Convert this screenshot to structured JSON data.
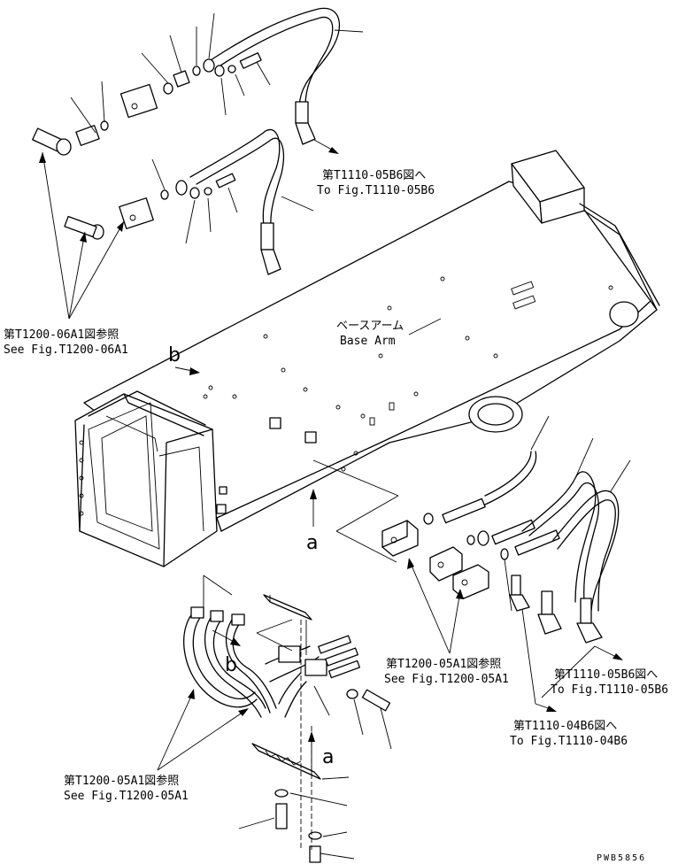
{
  "labels": {
    "to_05b6_top_jp": "第T1110-05B6図へ",
    "to_05b6_top_en": "To Fig.T1110-05B6",
    "base_arm_jp": "ベースアーム",
    "base_arm_en": "Base Arm",
    "ref_06a1_jp": "第T1200-06A1図参照",
    "ref_06a1_en": "See Fig.T1200-06A1",
    "ref_05a1_right_jp": "第T1200-05A1図参照",
    "ref_05a1_right_en": "See Fig.T1200-05A1",
    "to_05b6_right_jp": "第T1110-05B6図へ",
    "to_05b6_right_en": "To Fig.T1110-05B6",
    "to_04b6_jp": "第T1110-04B6図へ",
    "to_04b6_en": "To Fig.T1110-04B6",
    "ref_05a1_bottom_jp": "第T1200-05A1図参照",
    "ref_05a1_bottom_en": "See Fig.T1200-05A1",
    "view_b_top": "b",
    "view_b_bottom": "b",
    "view_a_middle": "a",
    "view_a_bottom": "a",
    "drawing_code": "PWB5856"
  }
}
